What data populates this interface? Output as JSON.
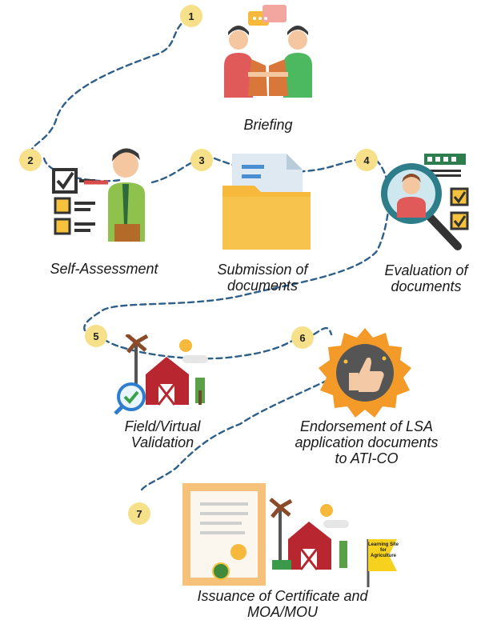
{
  "steps": [
    {
      "number": "1",
      "label": "Briefing",
      "icon": "briefing-meeting-icon"
    },
    {
      "number": "2",
      "label": "Self-Assessment",
      "icon": "checklist-person-icon"
    },
    {
      "number": "3",
      "label": "Submission of documents",
      "icon": "document-folder-icon"
    },
    {
      "number": "4",
      "label": "Evaluation of documents",
      "icon": "magnifier-evaluation-icon"
    },
    {
      "number": "5",
      "label": "Field/Virtual Validation",
      "icon": "farm-validation-icon"
    },
    {
      "number": "6",
      "label": "Endorsement of LSA application documents to ATI-CO",
      "icon": "thumbs-up-badge-icon"
    },
    {
      "number": "7",
      "label": "Issuance of Certificate and MOA/MOU",
      "icon": "certificate-farm-icon"
    }
  ],
  "flag_text": "Learning Site for Agriculture",
  "colors": {
    "badge": "#f7e08a",
    "path": "#2e5f8a",
    "folder": "#f6b93b",
    "barn": "#b8262f"
  }
}
